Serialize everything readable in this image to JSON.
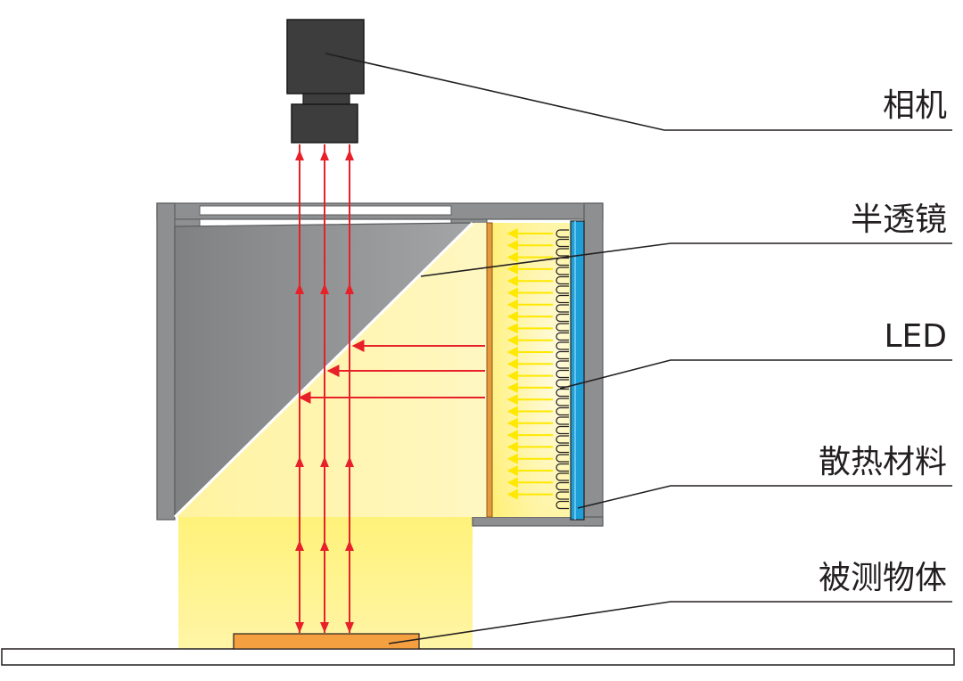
{
  "labels": {
    "camera": "相机",
    "half_mirror": "半透镜",
    "led": "LED",
    "heat_sink": "散热材料",
    "object": "被测物体"
  },
  "colors": {
    "housing": "#8d8f91",
    "housing_stroke": "#5a5c5e",
    "camera_body": "#3d3d3d",
    "light_yellow": "#fff27a",
    "ray_red": "#e8202a",
    "led_arrow_yellow": "#ffe800",
    "heat_sink_blue": "#1e9fd8",
    "diffuser_orange": "#e69a3c",
    "object_orange": "#f5a040",
    "leader_line": "#231f20"
  }
}
